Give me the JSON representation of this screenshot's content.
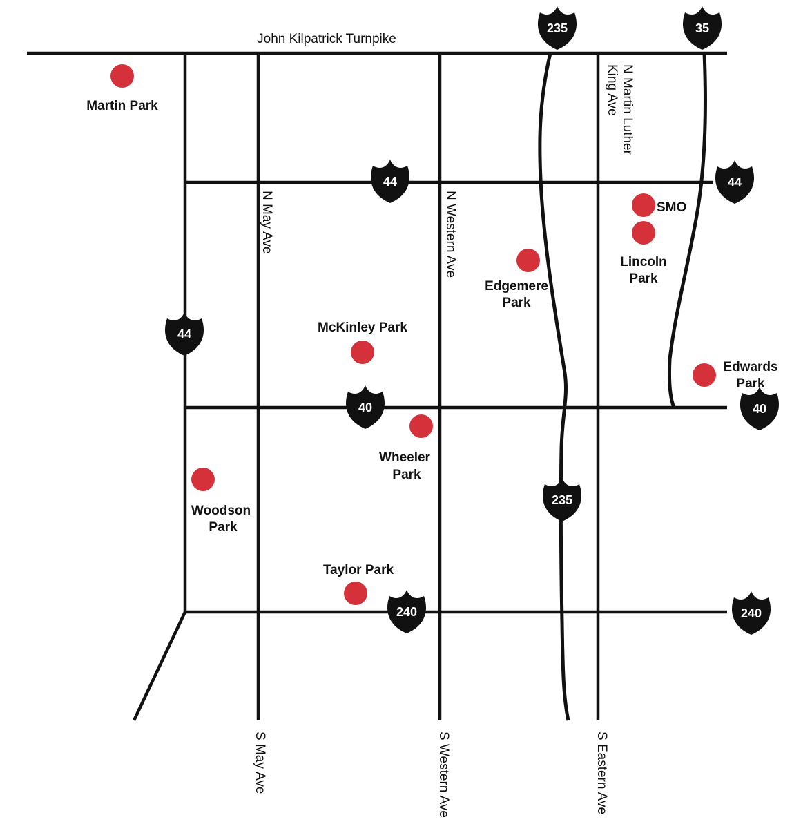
{
  "map": {
    "accent_color": "#d5313a",
    "road_color": "#111111",
    "streets": {
      "top": "John Kilpatrick Turnpike",
      "n_mlk_line1": "N Martin Luther",
      "n_mlk_line2": "King Ave",
      "n_may": "N May Ave",
      "n_western": "N Western Ave",
      "s_may": "S May Ave",
      "s_western": "S Western Ave",
      "s_eastern": "S Eastern Ave"
    },
    "shields": {
      "i235_top": "235",
      "i35": "35",
      "i44_mid": "44",
      "i44_right": "44",
      "i44_left": "44",
      "i40_mid": "40",
      "i40_right": "40",
      "i235_lower": "235",
      "i240_mid": "240",
      "i240_right": "240"
    },
    "parks": {
      "martin": "Martin Park",
      "smo": "SMO",
      "lincoln_1": "Lincoln",
      "lincoln_2": "Park",
      "edgemere_1": "Edgemere",
      "edgemere_2": "Park",
      "mckinley": "McKinley Park",
      "edwards_1": "Edwards",
      "edwards_2": "Park",
      "wheeler_1": "Wheeler",
      "wheeler_2": "Park",
      "woodson_1": "Woodson",
      "woodson_2": "Park",
      "taylor": "Taylor Park"
    }
  }
}
